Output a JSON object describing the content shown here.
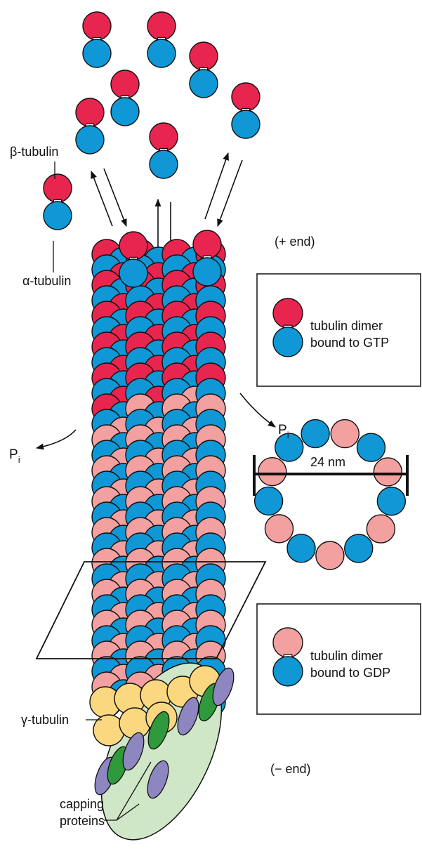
{
  "labels": {
    "beta_tubulin": "β-tubulin",
    "alpha_tubulin": "α-tubulin",
    "plus_end": "(+ end)",
    "minus_end": "(− end)",
    "pi_right": "P",
    "pi_left": "P",
    "pi_sub": "i",
    "gamma_tubulin": "γ-tubulin",
    "capping_line1": "capping",
    "capping_line2": "proteins",
    "diameter": "24 nm"
  },
  "legend": {
    "gtp_line1": "tubulin dimer",
    "gtp_line2": "bound to GTP",
    "gdp_line1": "tubulin dimer",
    "gdp_line2": "bound to GDP"
  },
  "colors": {
    "beta_gtp": "#e8254f",
    "alpha": "#0f97d6",
    "beta_gdp": "#f2a0a0",
    "gamma": "#fbd77f",
    "cap_purple": "#8e86c0",
    "cap_green": "#2f9a3c",
    "cap_base": "#cfe6c7",
    "ink": "#111111"
  }
}
